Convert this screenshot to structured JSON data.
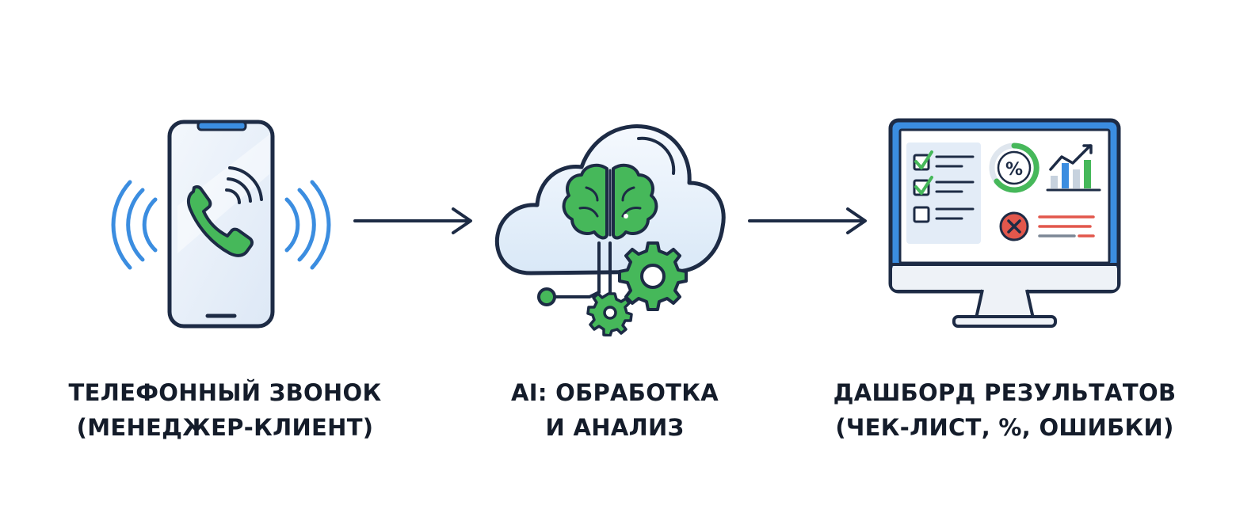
{
  "steps": [
    {
      "line1": "ТЕЛЕФОННЫЙ ЗВОНОК",
      "line2": "(МЕНЕДЖЕР-КЛИЕНТ)",
      "icon": "smartphone-call-icon"
    },
    {
      "line1": "AI: ОБРАБОТКА",
      "line2": "И АНАЛИЗ",
      "icon": "cloud-brain-gears-icon"
    },
    {
      "line1": "ДАШБОРД РЕЗУЛЬТАТОВ",
      "line2": "(ЧЕК-ЛИСТ, %, ОШИБКИ)",
      "icon": "monitor-dashboard-icon"
    }
  ],
  "dashboard": {
    "percent_symbol": "%"
  },
  "colors": {
    "outline": "#1d2b45",
    "accent_blue": "#3b8de0",
    "accent_green": "#46b85a",
    "error_red": "#e2574c",
    "fill_light": "#e9f1fb"
  }
}
